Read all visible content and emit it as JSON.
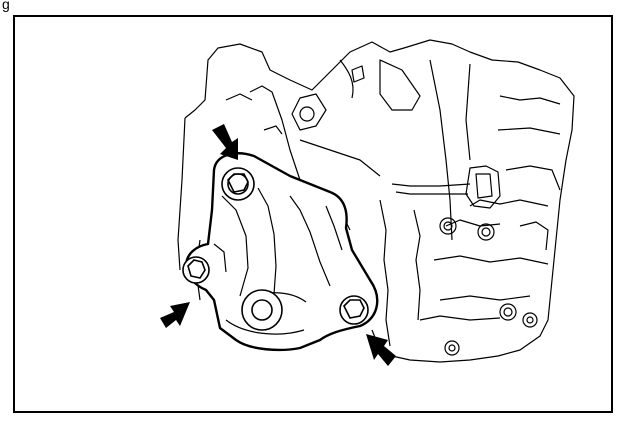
{
  "figure": {
    "caption": "g",
    "subject": "bracket-mounting-bolts",
    "arrow_count": 3,
    "bolt_count": 3,
    "icons": [
      "arrow-icon",
      "bolt-icon"
    ]
  },
  "colors": {
    "line": "#000000",
    "background": "#ffffff"
  }
}
